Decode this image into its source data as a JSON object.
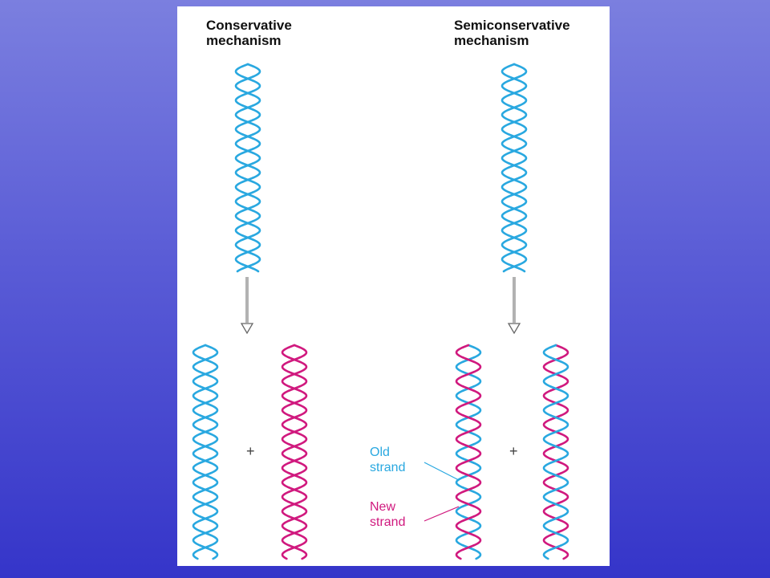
{
  "left_panel": {
    "title_line1": "Conservative",
    "title_line2": "mechanism"
  },
  "right_panel": {
    "title_line1": "Semiconservative",
    "title_line2": "mechanism"
  },
  "plus_sign": "+",
  "labels": {
    "old_line1": "Old",
    "old_line2": "strand",
    "new_line1": "New",
    "new_line2": "strand"
  },
  "colors": {
    "old_strand": "#29a8e0",
    "new_strand": "#d0197e",
    "arrow": "#777777",
    "background_top": "#7b7fdf",
    "background_bottom": "#3535c9"
  }
}
